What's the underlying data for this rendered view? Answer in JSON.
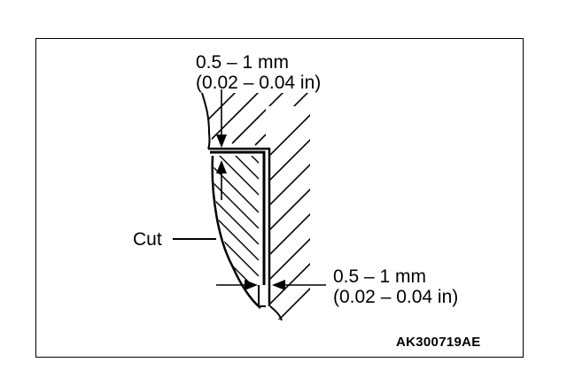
{
  "diagram": {
    "top_dimension": {
      "metric": "0.5 – 1 mm",
      "imperial": "(0.02 – 0.04 in)"
    },
    "side_dimension": {
      "metric": "0.5 – 1 mm",
      "imperial": "(0.02 – 0.04 in)"
    },
    "cut_label": "Cut",
    "figure_code": "AK300719AE"
  }
}
